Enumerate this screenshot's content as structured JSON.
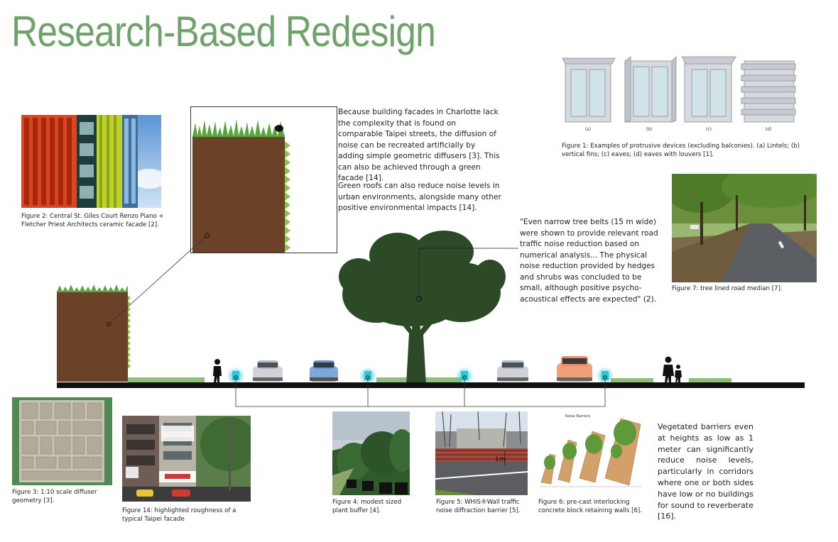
{
  "title": "Research-Based Redesign",
  "para_facade": "Because building facades in Charlotte lack the complexity that is found on comparable Taipei streets, the diffusion of noise can be recreated artificially by adding simple geometric diffusers [3]. This can also be achieved through a green facade [14].",
  "para_roof": "Green roofs can also reduce noise levels in urban environments, alongside many other positive environmental impacts [14].",
  "quote": "\"Even narrow tree belts (15 m wide) were shown to provide relevant road traffic noise reduction based on numerical analysis... The physical noise reduction provided by hedges and shrubs was concluded to be small, although positive psycho-acoustical effects are expected\" (2).",
  "para_barriers": "Vegetated barriers even at heights as low as 1 meter can significantly reduce noise levels, particularly in corridors where one or both sides have low or no buildings for sound to reverberate [16].",
  "fig1": {
    "caption": "Figure 1: Examples of protrusive devices (excluding balconies). (a) Lintels; (b) vertical fins; (c) eaves; (d) eaves with louvers [1].",
    "labels": [
      "(a)",
      "(b)",
      "(c)",
      "(d)"
    ]
  },
  "fig2": {
    "caption": "Figure 2: Central St. Giles Court Renzo Piano + Fletcher Priest Architects ceramic facade [2]."
  },
  "fig3": {
    "caption": "Figure 3: 1:10 scale diffuser geometry [3]."
  },
  "fig4": {
    "caption": "Figure 4: modest sized plant buffer [4]."
  },
  "fig5": {
    "caption": "Figure 5: WHIS®Wall traffic noise diffraction barrier [5].",
    "marker": "1m"
  },
  "fig6": {
    "caption": "Figure 6: pre-cast interlocking concrete block retaining walls [6].",
    "inset_title": "Noise Barriers"
  },
  "fig7": {
    "caption": "Figure 7: tree lined road median [7]."
  },
  "fig14": {
    "caption": "Figure 14: highlighted roughness of a typical Taipei facade"
  },
  "colors": {
    "title_green": "#6fa36b",
    "soil_brown": "#6b4128",
    "tree_green": "#2d4a27",
    "grass_green": "#6aa84f",
    "glow_cyan": "#29c7d6",
    "street_black": "#111111"
  }
}
